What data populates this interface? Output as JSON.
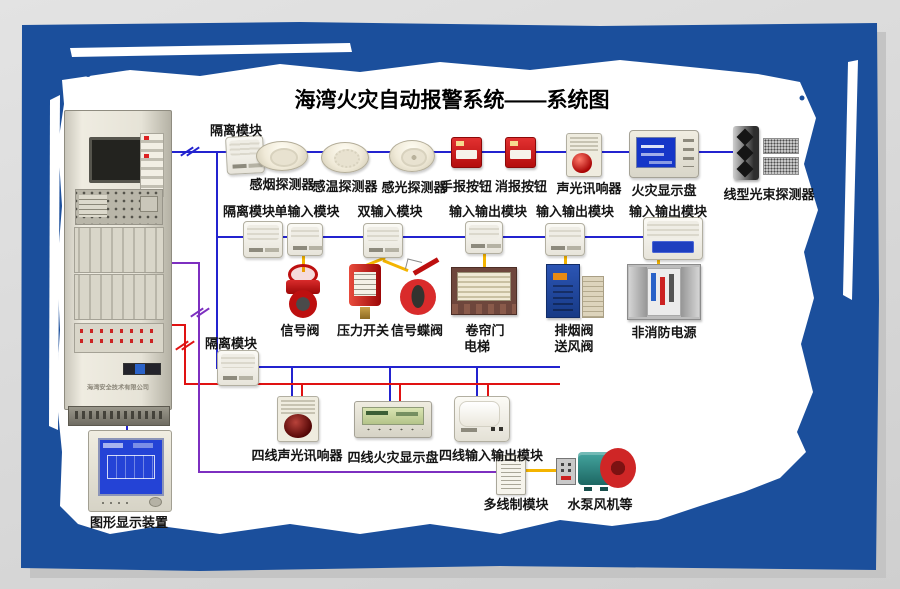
{
  "title": "海湾火灾自动报警系统——系统图",
  "colors": {
    "poster_blue": "#1b4f9c",
    "loop_line_blue": "#2323cf",
    "power_line_red": "#e01212",
    "multiline_purple": "#7d2fc0",
    "control_line_yellow": "#f4b400"
  },
  "cabinet": {
    "company": "海湾安全技术有限公司"
  },
  "monitor": {
    "label": "图形显示装置"
  },
  "row1": {
    "isolator_label": "隔离模块",
    "devices": [
      {
        "label": "感烟探测器"
      },
      {
        "label": "感温探测器"
      },
      {
        "label": "感光探测器"
      },
      {
        "label": "手报按钮"
      },
      {
        "label": "消报按钮"
      },
      {
        "label": "声光讯响器"
      },
      {
        "label": "火灾显示盘"
      },
      {
        "label": "线型光束探测器"
      }
    ]
  },
  "row2": {
    "labels": [
      "隔离模块",
      "单输入模块",
      "双输入模块",
      "输入输出模块",
      "输入输出模块",
      "输入输出模块"
    ]
  },
  "row3": {
    "items": [
      {
        "label": "信号阀"
      },
      {
        "label": "压力开关"
      },
      {
        "label": "信号蝶阀"
      },
      {
        "line1": "卷帘门",
        "line2": "电梯"
      },
      {
        "line1": "排烟阀",
        "line2": "送风阀"
      },
      {
        "label": "非消防电源"
      }
    ]
  },
  "row4": {
    "isolator_label": "隔离模块",
    "labels": [
      "四线声光讯响器",
      "四线火灾显示盘",
      "四线输入输出模块"
    ]
  },
  "row5": {
    "labels": [
      "多线制模块",
      "水泵风机等"
    ]
  }
}
